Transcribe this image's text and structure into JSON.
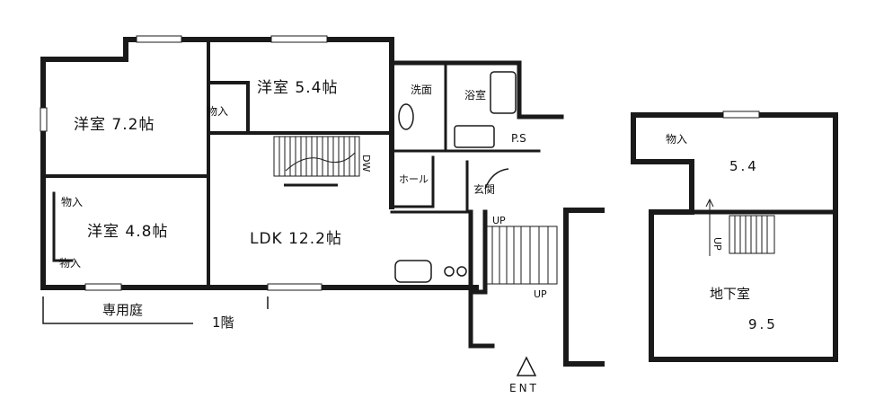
{
  "floor1": {
    "room_western_72": "洋室 7.2帖",
    "room_western_54": "洋室 5.4帖",
    "room_western_48": "洋室 4.8帖",
    "ldk": "LDK 12.2帖",
    "closet_a": "物入",
    "closet_b": "物入",
    "closet_c": "物入",
    "washroom": "洗面",
    "bathroom": "浴室",
    "ps": "P.S",
    "hall": "ホール",
    "entrance": "玄関",
    "stair_dw": "DW",
    "up_entrance": "UP",
    "up_outside": "UP",
    "private_garden": "専用庭",
    "floor_label": "1階",
    "ent_label": "ENT"
  },
  "basement": {
    "closet": "物入",
    "room_54": "5.4",
    "room_name": "地下室",
    "room_95": "9.5",
    "stair_up": "UP"
  }
}
